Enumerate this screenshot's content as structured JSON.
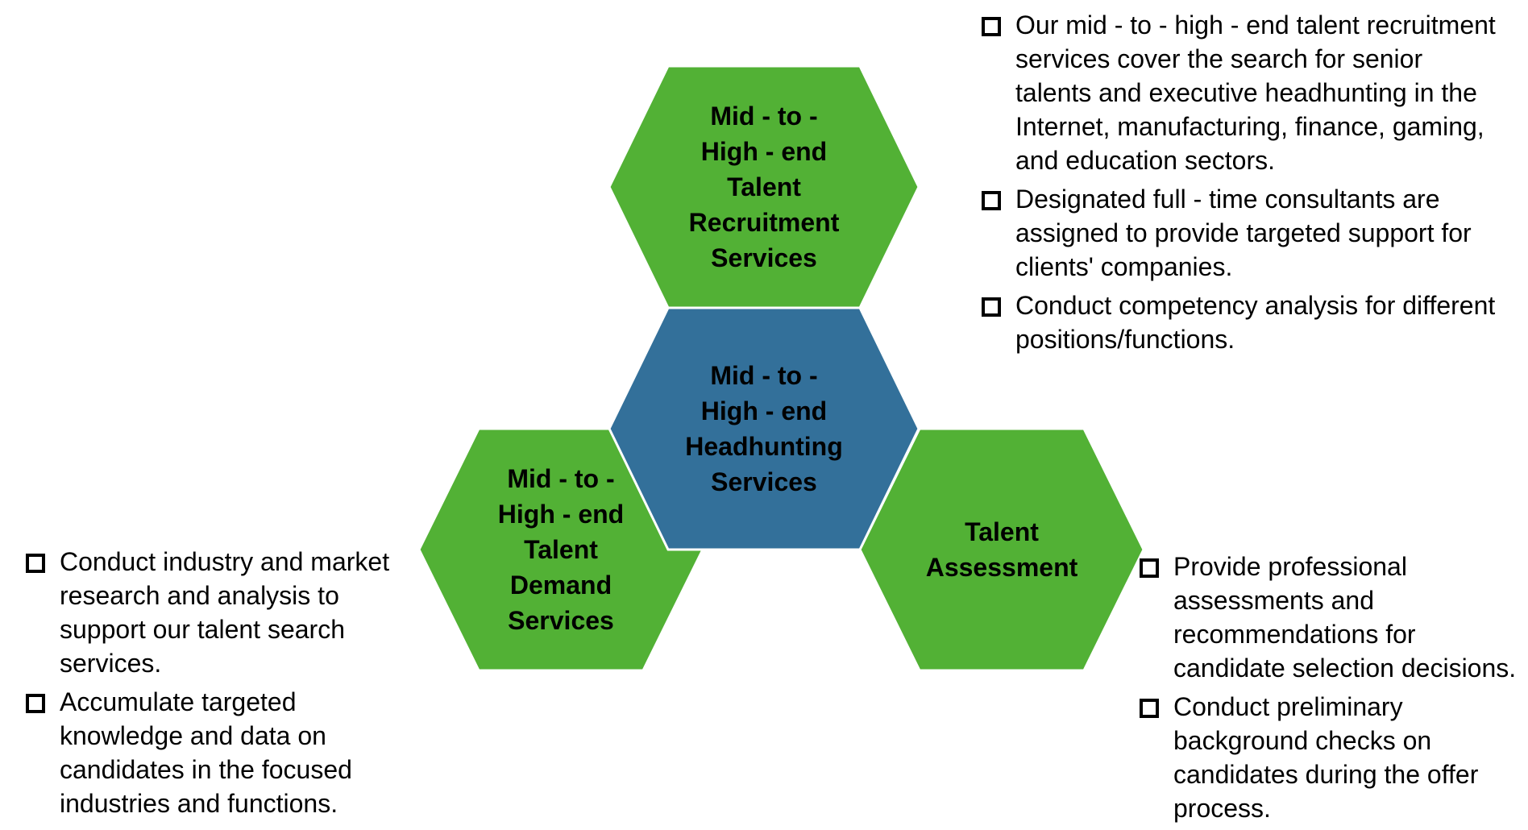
{
  "colors": {
    "outer_hex_fill": "#52b135",
    "center_hex_fill": "#33709a",
    "hex_border": "#ffffff",
    "text": "#000000"
  },
  "hexagons": {
    "center": {
      "label": "Mid - to -\nHigh - end\nHeadhunting\nServices"
    },
    "top": {
      "label": "Mid - to -\nHigh - end\nTalent\nRecruitment\nServices"
    },
    "left": {
      "label": "Mid - to -\nHigh - end\nTalent\nDemand\nServices"
    },
    "right": {
      "label": "Talent\nAssessment"
    }
  },
  "bullets": {
    "top_right": [
      "Our mid - to - high - end talent recruitment services cover the search for senior talents and executive headhunting in the Internet, manufacturing, finance, gaming, and education sectors.",
      "Designated full - time consultants are assigned to provide targeted support for clients' companies.",
      "Conduct competency analysis for different positions/functions."
    ],
    "left": [
      "Conduct industry and market research and analysis to support our talent search services.",
      "Accumulate targeted knowledge and data on candidates in the focused industries and functions."
    ],
    "bottom_right": [
      "Provide professional assessments and recommendations for candidate selection decisions.",
      "Conduct preliminary background checks on candidates during the offer process."
    ]
  }
}
